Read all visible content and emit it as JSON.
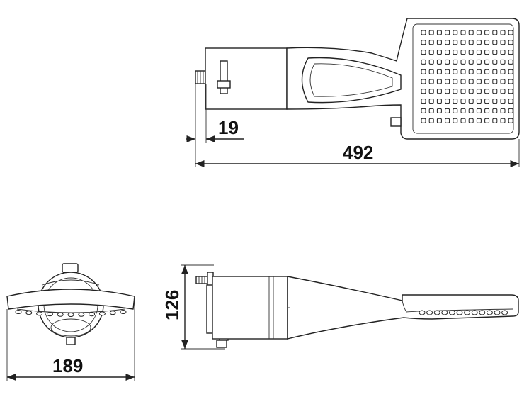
{
  "dimensions": {
    "top_small": "19",
    "top_length": "492",
    "front_width": "189",
    "side_height": "126"
  },
  "grid": {
    "cols": 12,
    "rows": 10
  },
  "side_holes": 12
}
